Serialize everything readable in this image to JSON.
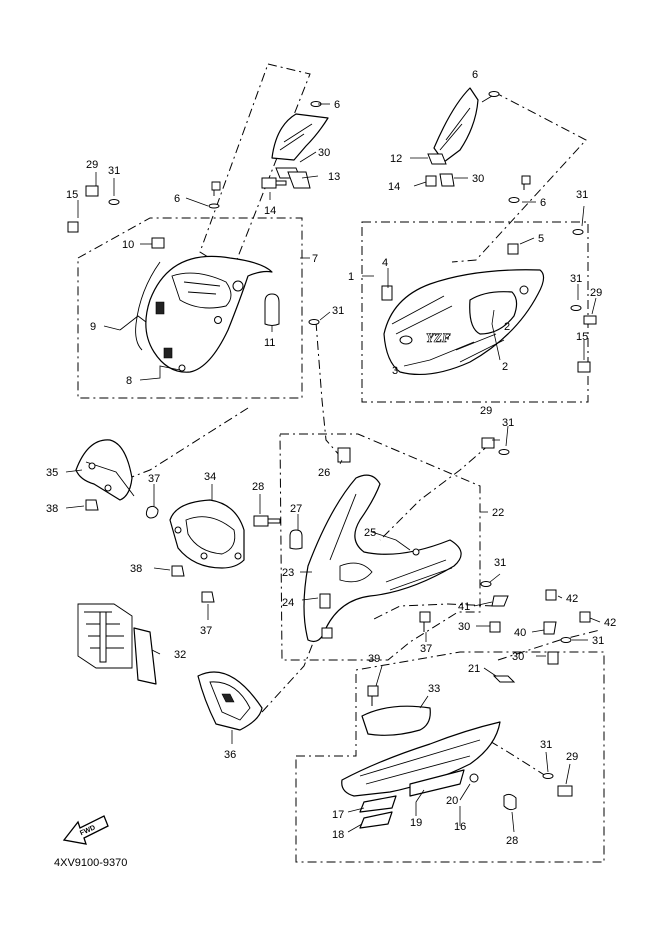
{
  "diagram_code": "4XV9100-9370",
  "fwd_label": "FWD",
  "model_logo": "YZF",
  "callouts": {
    "c1": "1",
    "c2a": "2",
    "c2b": "2",
    "c3": "3",
    "c4": "4",
    "c5": "5",
    "c6a": "6",
    "c6b": "6",
    "c6c": "6",
    "c6d": "6",
    "c7": "7",
    "c8": "8",
    "c9": "9",
    "c10": "10",
    "c11": "11",
    "c12": "12",
    "c13": "13",
    "c14a": "14",
    "c14b": "14",
    "c15a": "15",
    "c15b": "15",
    "c16": "16",
    "c17": "17",
    "c18": "18",
    "c19": "19",
    "c20": "20",
    "c21": "21",
    "c22": "22",
    "c23": "23",
    "c24": "24",
    "c25": "25",
    "c26": "26",
    "c27": "27",
    "c28a": "28",
    "c28b": "28",
    "c29a": "29",
    "c29b": "29",
    "c29c": "29",
    "c29d": "29",
    "c30a": "30",
    "c30b": "30",
    "c30c": "30",
    "c30d": "30",
    "c31a": "31",
    "c31b": "31",
    "c31c": "31",
    "c31d": "31",
    "c31e": "31",
    "c31f": "31",
    "c31g": "31",
    "c31h": "31",
    "c32": "32",
    "c33": "33",
    "c34": "34",
    "c35": "35",
    "c36": "36",
    "c37a": "37",
    "c37b": "37",
    "c37c": "37",
    "c38a": "38",
    "c38b": "38",
    "c39": "39",
    "c40": "40",
    "c41": "41",
    "c42a": "42",
    "c42b": "42"
  }
}
